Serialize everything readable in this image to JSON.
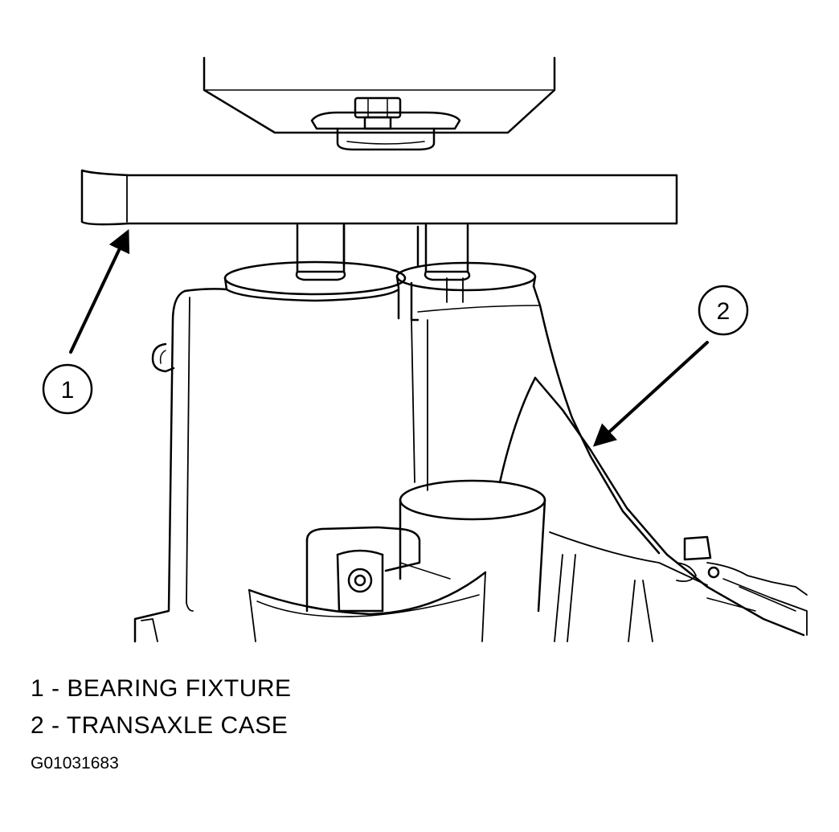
{
  "callouts": [
    {
      "number": "1"
    },
    {
      "number": "2"
    }
  ],
  "legend": [
    {
      "text": "1 - BEARING FIXTURE"
    },
    {
      "text": "2 - TRANSAXLE CASE"
    }
  ],
  "figure_id": "G01031683",
  "colors": {
    "line": "#000000",
    "background": "#ffffff"
  }
}
